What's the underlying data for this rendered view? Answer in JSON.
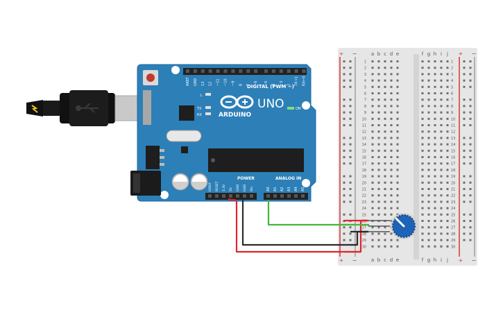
{
  "board": {
    "logo_text": "ARDUINO",
    "model": "UNO",
    "digital_header_label": "DIGITAL (PWM ~)",
    "power_label": "POWER",
    "analog_label": "ANALOG IN",
    "on_label": "ON",
    "led_labels": {
      "l": "L",
      "tx": "TX",
      "rx": "RX"
    },
    "digital_pins": [
      "AREF",
      "GND",
      "13",
      "12",
      "~11",
      "~10",
      "~9",
      "8",
      "7",
      "~6",
      "~5",
      "4",
      "~3",
      "2",
      "TX→1",
      "RX←0"
    ],
    "power_pins": [
      "IOREF",
      "RESET",
      "3.3V",
      "5V",
      "GND",
      "GND",
      "Vin"
    ],
    "analog_pins": [
      "A0",
      "A1",
      "A2",
      "A3",
      "A4",
      "A5"
    ]
  },
  "breadboard": {
    "columns_left": [
      "a",
      "b",
      "c",
      "d",
      "e"
    ],
    "columns_right": [
      "f",
      "g",
      "h",
      "i",
      "j"
    ],
    "rail_plus": "+",
    "rail_minus": "−",
    "row_count": 30
  },
  "wires": [
    {
      "name": "5V",
      "color": "#e0252b"
    },
    {
      "name": "GND",
      "color": "#2b2b2b"
    },
    {
      "name": "A0",
      "color": "#41b83b"
    }
  ],
  "colors": {
    "board_blue": "#2d7fb7",
    "board_edge": "#1f6aa0",
    "header_black": "#222222",
    "breadboard_body": "#e6e6e6",
    "rail_red": "#d63535",
    "rail_blue": "#7a7a7a",
    "pot_blue": "#1d64b8"
  }
}
